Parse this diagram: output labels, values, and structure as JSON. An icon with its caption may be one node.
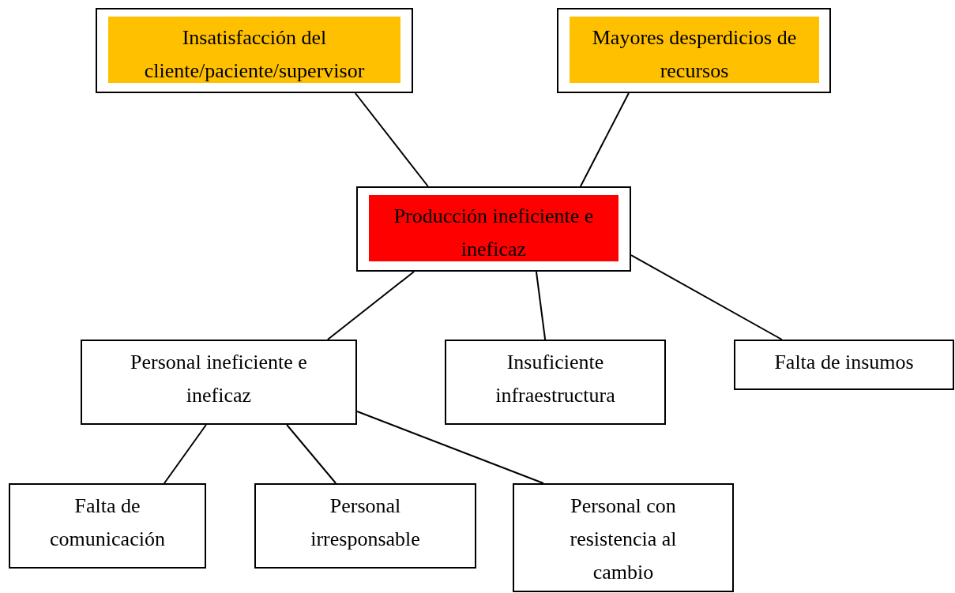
{
  "diagram": {
    "nodes": [
      {
        "text": [],
        "shape": "box"
      },
      {
        "text": [
          "Insatisfacción del cliente/paciente/supervisor"
        ],
        "in": 0
      },
      {
        "text": [],
        "shape": "box"
      },
      {
        "text": [
          "Mayores desperdicios de recursos"
        ],
        "in": 2
      },
      {
        "text": [],
        "shape": "box"
      },
      {
        "text": [
          "Producción ineficiente e ineficaz"
        ],
        "in": 4
      },
      {
        "text": [
          "Personal ineficiente e ineficaz"
        ]
      },
      {
        "text": [
          "Insuficiente infraestructura"
        ]
      },
      {
        "text": [
          "Falta de insumos"
        ]
      },
      {
        "text": [
          "Falta de comunicación"
        ]
      },
      {
        "text": [
          "Personal irresponsable"
        ]
      },
      {
        "text": [
          "Personal con resistencia al cambio"
        ]
      }
    ],
    "edges": [
      {
        "from": 0,
        "to": 4,
        "arrow": "none"
      },
      {
        "from": 2,
        "to": 4,
        "arrow": "none"
      },
      {
        "from": 4,
        "to": 6,
        "arrow": "none"
      },
      {
        "from": 4,
        "to": 7,
        "arrow": "none"
      },
      {
        "from": 4,
        "to": 8,
        "arrow": "none"
      },
      {
        "from": 6,
        "to": 9,
        "arrow": "none"
      },
      {
        "from": 6,
        "to": 10,
        "arrow": "none"
      },
      {
        "from": 6,
        "to": 11,
        "arrow": "none"
      }
    ]
  }
}
